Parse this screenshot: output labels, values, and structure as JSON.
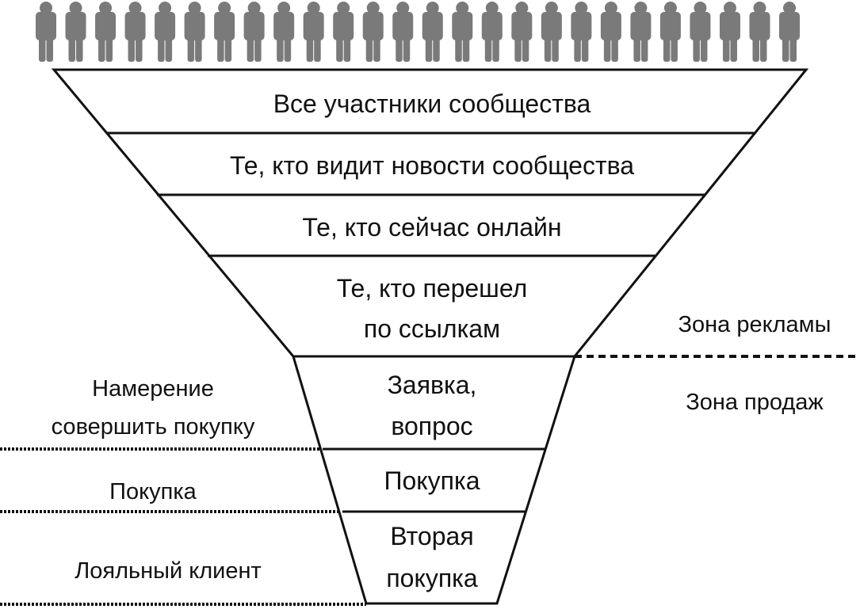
{
  "crowd": {
    "icon": "person-icon",
    "count": 26,
    "color": "#7a7a7a"
  },
  "funnel": {
    "stages": [
      {
        "lines": [
          "Все участники сообщества"
        ]
      },
      {
        "lines": [
          "Те, кто видит новости сообщества"
        ]
      },
      {
        "lines": [
          "Те, кто сейчас онлайн"
        ]
      },
      {
        "lines": [
          "Те, кто перешел",
          "по ссылкам"
        ]
      },
      {
        "lines": [
          "Заявка,",
          "вопрос"
        ]
      },
      {
        "lines": [
          "Покупка"
        ]
      },
      {
        "lines": [
          "Вторая",
          "покупка"
        ]
      }
    ]
  },
  "zones": {
    "advertising": "Зона рекламы",
    "sales": "Зона продаж"
  },
  "left_labels": {
    "intent": [
      "Намерение",
      "совершить покупку"
    ],
    "purchase": "Покупка",
    "loyal": "Лояльный клиент"
  }
}
